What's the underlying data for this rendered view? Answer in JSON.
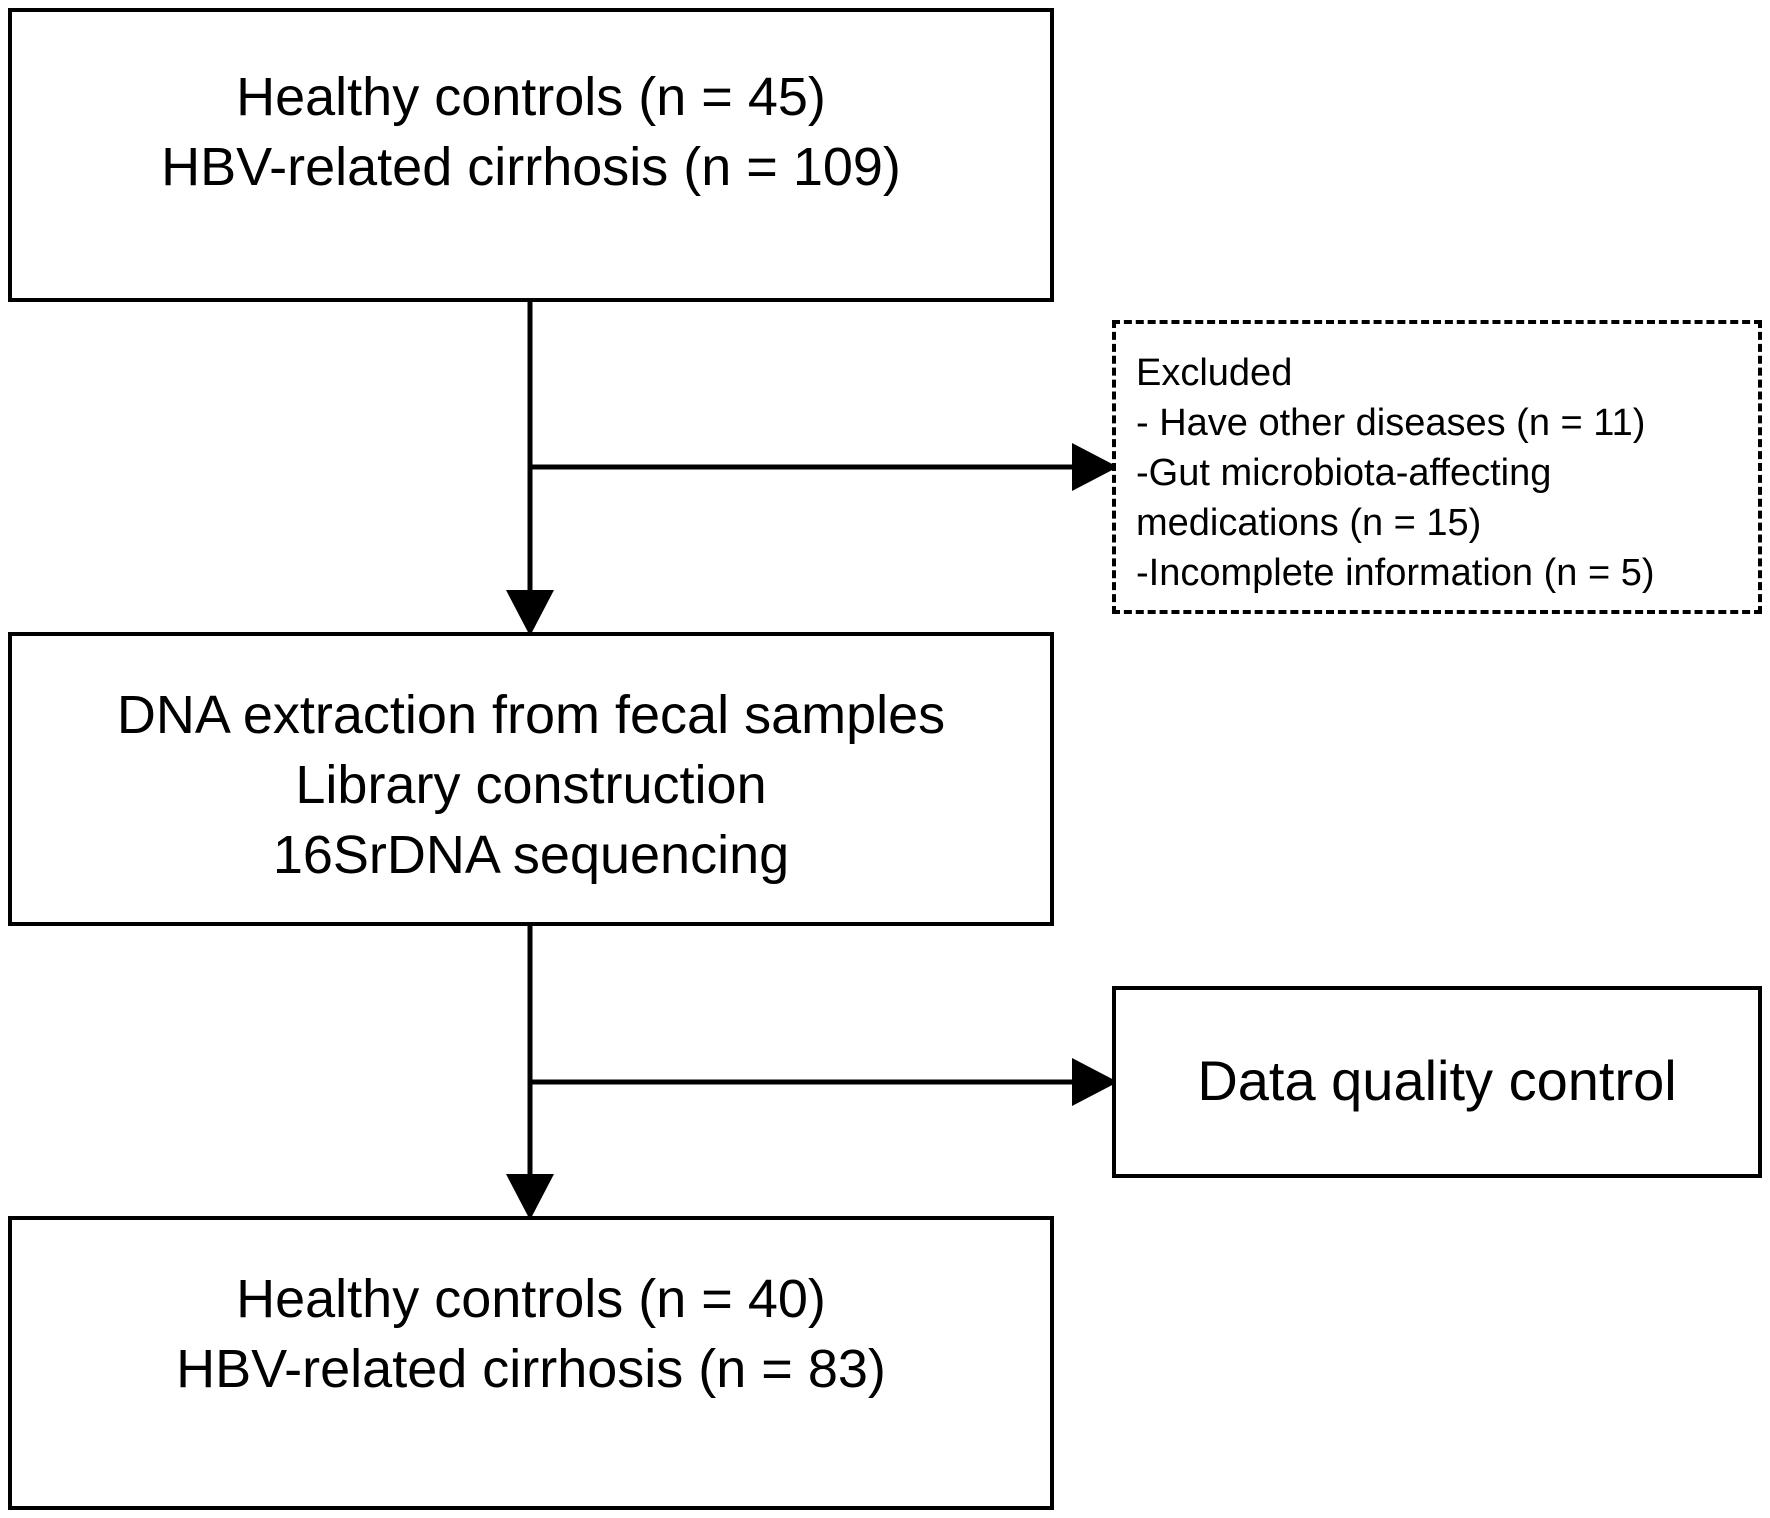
{
  "boxes": {
    "initial": {
      "lines": [
        "Healthy controls (n = 45)",
        "HBV-related cirrhosis (n = 109)"
      ]
    },
    "excluded": {
      "lines": [
        "Excluded",
        "- Have other diseases (n = 11)",
        "-Gut microbiota-affecting",
        "medications (n = 15)",
        "-Incomplete information (n = 5)"
      ]
    },
    "processing": {
      "lines": [
        "DNA extraction from fecal samples",
        "Library construction",
        "16SrDNA sequencing"
      ]
    },
    "quality_control": {
      "lines": [
        "Data quality control"
      ]
    },
    "final": {
      "lines": [
        "Healthy controls (n = 40)",
        "HBV-related cirrhosis (n = 83)"
      ]
    }
  },
  "colors": {
    "stroke": "#000000",
    "background": "#ffffff"
  }
}
